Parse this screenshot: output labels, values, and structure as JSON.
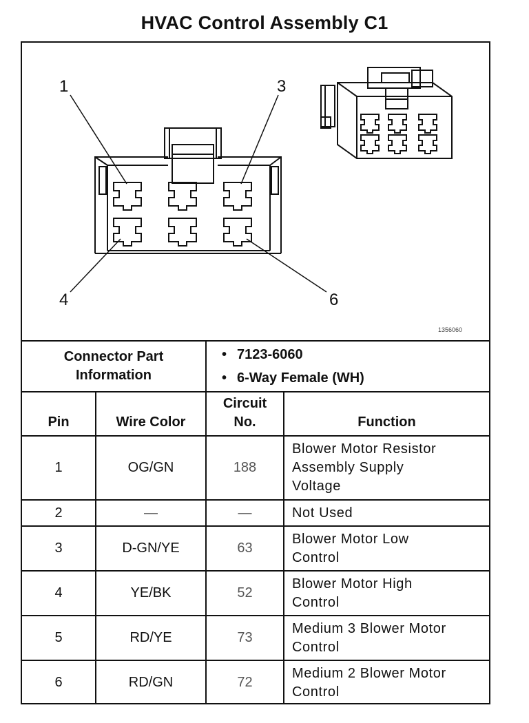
{
  "title": "HVAC Control Assembly C1",
  "diagram": {
    "callouts": [
      "1",
      "3",
      "4",
      "6"
    ],
    "ref_code": "1356060"
  },
  "connector_info": {
    "label_lines": [
      "Connector Part",
      "Information"
    ],
    "values": [
      "7123-6060",
      "6-Way Female (WH)"
    ],
    "bullet": "•"
  },
  "table": {
    "headers": {
      "pin": "Pin",
      "wire_color": "Wire Color",
      "circuit_lines": [
        "Circuit",
        "No."
      ],
      "function": "Function"
    },
    "rows": [
      {
        "pin": "1",
        "wire_color": "OG/GN",
        "circuit": "188",
        "function_lines": [
          "Blower Motor Resistor",
          "Assembly Supply",
          "Voltage"
        ]
      },
      {
        "pin": "2",
        "wire_color": "—",
        "circuit": "—",
        "function_lines": [
          "Not Used"
        ]
      },
      {
        "pin": "3",
        "wire_color": "D-GN/YE",
        "circuit": "63",
        "function_lines": [
          "Blower Motor Low",
          "Control"
        ]
      },
      {
        "pin": "4",
        "wire_color": "YE/BK",
        "circuit": "52",
        "function_lines": [
          "Blower Motor High",
          "Control"
        ]
      },
      {
        "pin": "5",
        "wire_color": "RD/YE",
        "circuit": "73",
        "function_lines": [
          "Medium 3 Blower Motor",
          "Control"
        ]
      },
      {
        "pin": "6",
        "wire_color": "RD/GN",
        "circuit": "72",
        "function_lines": [
          "Medium 2 Blower Motor",
          "Control"
        ]
      }
    ]
  }
}
